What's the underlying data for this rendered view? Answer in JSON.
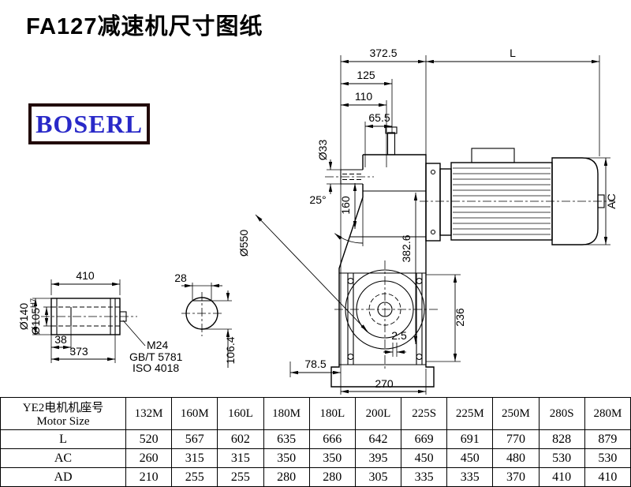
{
  "page": {
    "title": "FA127减速机尺寸图纸"
  },
  "logo": {
    "text": "BOSERL",
    "text_color": "#2929c8",
    "border_color": "#210808"
  },
  "drawing": {
    "dims": {
      "d372_5": "372.5",
      "dL": "L",
      "d125": "125",
      "d110": "110",
      "d65_5": "65.5",
      "d33": "Ø33",
      "d160": "160",
      "d25": "25°",
      "d550": "Ø550",
      "d382_6": "382.6",
      "dAC": "AC",
      "d236": "236",
      "d2_5": "2.5",
      "d78_5": "78.5",
      "d270": "270",
      "d410": "410",
      "d140": "Ø140",
      "d105_base": "Ø105",
      "d105_sup": "H7",
      "d38": "38",
      "d373": "373",
      "m24": "M24",
      "gbt": "GB/T 5781",
      "iso": "ISO 4018",
      "d28": "28",
      "d106_4": "106.4"
    }
  },
  "table": {
    "header": {
      "line1": "YE2电机机座号",
      "line2": "Motor Size"
    },
    "columns": [
      "132M",
      "160M",
      "160L",
      "180M",
      "180L",
      "200L",
      "225S",
      "225M",
      "250M",
      "280S",
      "280M"
    ],
    "rows": [
      {
        "label": "L",
        "values": [
          "520",
          "567",
          "602",
          "635",
          "666",
          "642",
          "669",
          "691",
          "770",
          "828",
          "879"
        ]
      },
      {
        "label": "AC",
        "values": [
          "260",
          "315",
          "315",
          "350",
          "350",
          "395",
          "450",
          "450",
          "480",
          "530",
          "530"
        ]
      },
      {
        "label": "AD",
        "values": [
          "210",
          "255",
          "255",
          "280",
          "280",
          "305",
          "335",
          "335",
          "370",
          "410",
          "410"
        ]
      }
    ]
  }
}
